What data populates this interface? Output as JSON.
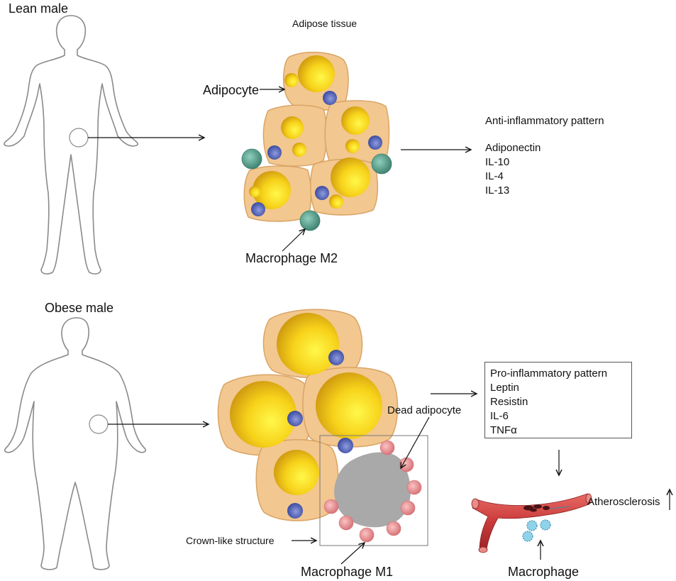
{
  "lean": {
    "title": "Lean male",
    "tissue_label": "Adipose tissue",
    "adipocyte_label": "Adipocyte",
    "macrophage_label": "Macrophage M2",
    "pattern_title": "Anti-inflammatory pattern",
    "cytokines": [
      "Adiponectin",
      "IL-10",
      "IL-4",
      "IL-13"
    ]
  },
  "obese": {
    "title": "Obese male",
    "dead_label": "Dead adipocyte",
    "crown_label": "Crown-like structure",
    "macrophage_label": "Macrophage M1",
    "pattern_items": [
      "Pro-inflammatory pattern",
      "Leptin",
      "Resistin",
      "IL-6",
      "TNFα"
    ],
    "atherosclerosis_label": "Atherosclerosis",
    "vessel_macrophage_label": "Macrophage"
  },
  "colors": {
    "cell_fill": "#f2c790",
    "cell_stroke": "#d9a466",
    "lipid_core": "#ffe93a",
    "lipid_edge": "#d9a500",
    "nucleus": "#4d5fb3",
    "m2_macrophage": "#4f9a84",
    "m1_macrophage": "#e58a8e",
    "dead_cell": "#a9a9a9",
    "artery": "#cf3f3f",
    "foam_cell": "#8fd3ea"
  }
}
